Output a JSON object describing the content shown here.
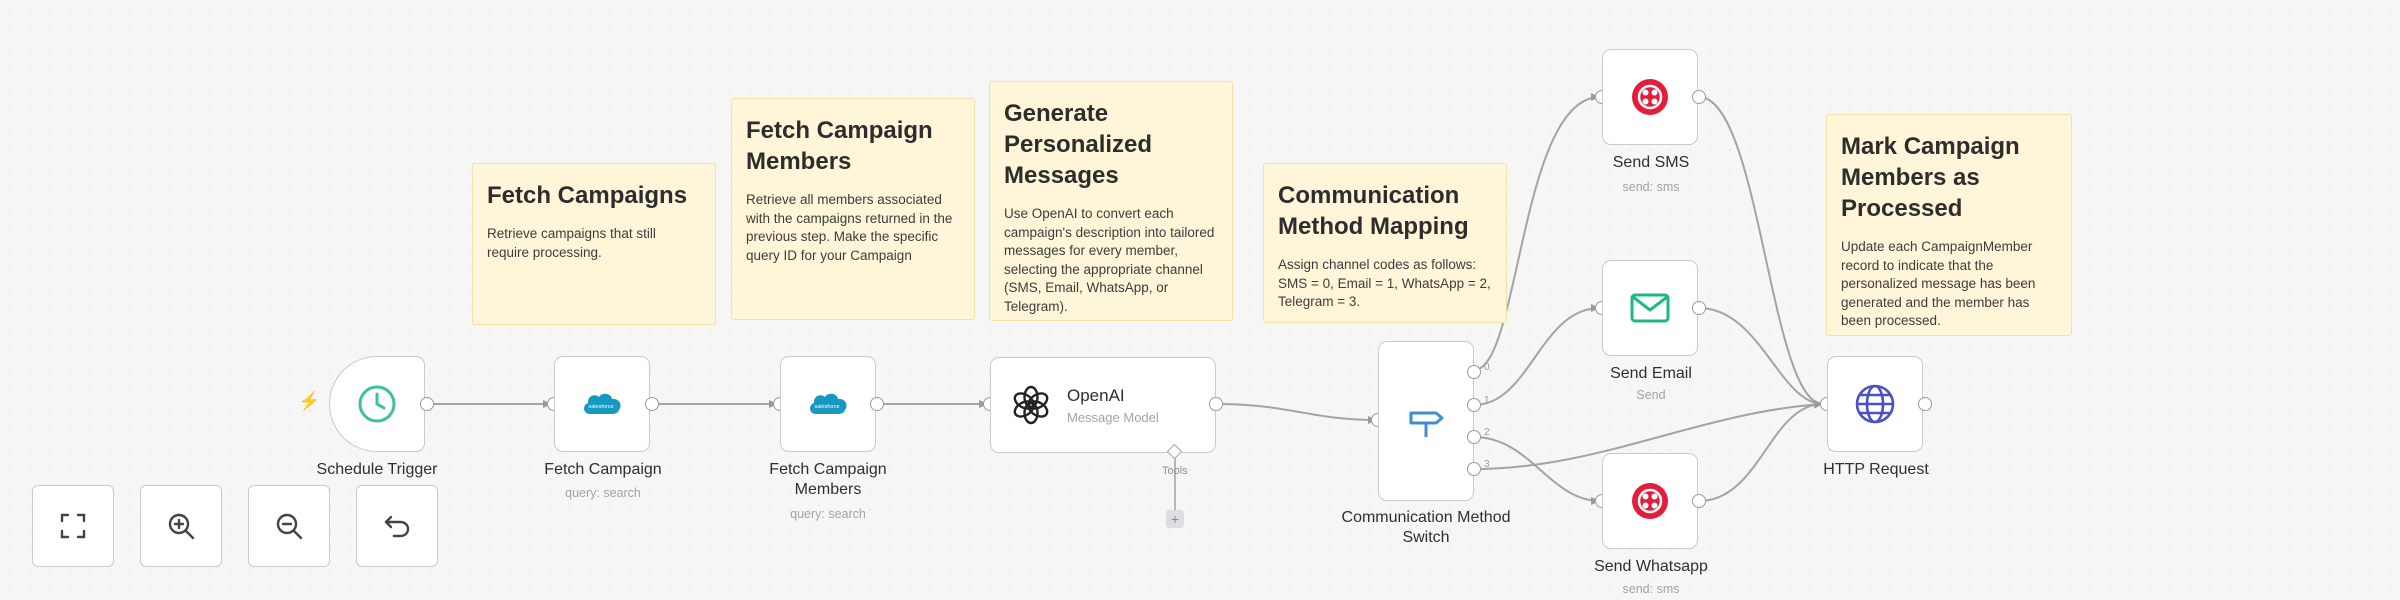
{
  "sticky_notes": [
    {
      "id": "fetch-campaigns",
      "title": "Fetch Campaigns",
      "body": "Retrieve campaigns that still require processing."
    },
    {
      "id": "fetch-members",
      "title": "Fetch Campaign Members",
      "body": "Retrieve all members associated with the campaigns returned in the previous step. Make the specific query ID for your Campaign"
    },
    {
      "id": "generate-messages",
      "title": "Generate Personalized Messages",
      "body": "Use OpenAI to convert each campaign's description into tailored messages for every member, selecting the appropriate channel (SMS, Email, WhatsApp, or Telegram)."
    },
    {
      "id": "comm-mapping",
      "title": "Communication Method Mapping",
      "body": "Assign channel codes as follows: SMS = 0, Email = 1, WhatsApp = 2, Telegram = 3."
    },
    {
      "id": "mark-processed",
      "title": "Mark Campaign Members as Processed",
      "body": "Update each CampaignMember record to indicate that the personalized message has been generated and the member has been processed."
    }
  ],
  "nodes": {
    "schedule_trigger": {
      "label": "Schedule Trigger"
    },
    "fetch_campaign": {
      "label": "Fetch Campaign",
      "sublabel": "query: search"
    },
    "fetch_campaign_members": {
      "label": "Fetch Campaign Members",
      "sublabel": "query: search"
    },
    "openai": {
      "title": "OpenAI",
      "subtitle": "Message Model",
      "tools_label": "Tools"
    },
    "switch": {
      "label": "Communication Method Switch",
      "outputs": [
        "0",
        "1",
        "2",
        "3"
      ]
    },
    "send_sms": {
      "label": "Send SMS",
      "sublabel": "send: sms"
    },
    "send_email": {
      "label": "Send Email",
      "sublabel": "Send"
    },
    "send_whatsapp": {
      "label": "Send Whatsapp",
      "sublabel": "send: sms"
    },
    "http_request": {
      "label": "HTTP Request"
    }
  },
  "colors": {
    "trigger_icon": "#3fbf9f",
    "salesforce": "#1798c1",
    "twilio": "#e31e3c",
    "email_icon": "#1fb87e",
    "switch_icon": "#3f8ed4",
    "globe": "#4b4fc8",
    "trigger_bolt": "#ef6a4f"
  },
  "icons": {
    "trigger": "clock-icon",
    "salesforce": "salesforce-cloud-icon",
    "openai": "openai-logo-icon",
    "switch": "signpost-icon",
    "twilio": "twilio-icon",
    "email": "envelope-icon",
    "http": "globe-icon"
  },
  "controls": [
    "fit-view",
    "zoom-in",
    "zoom-out",
    "reset-zoom"
  ]
}
